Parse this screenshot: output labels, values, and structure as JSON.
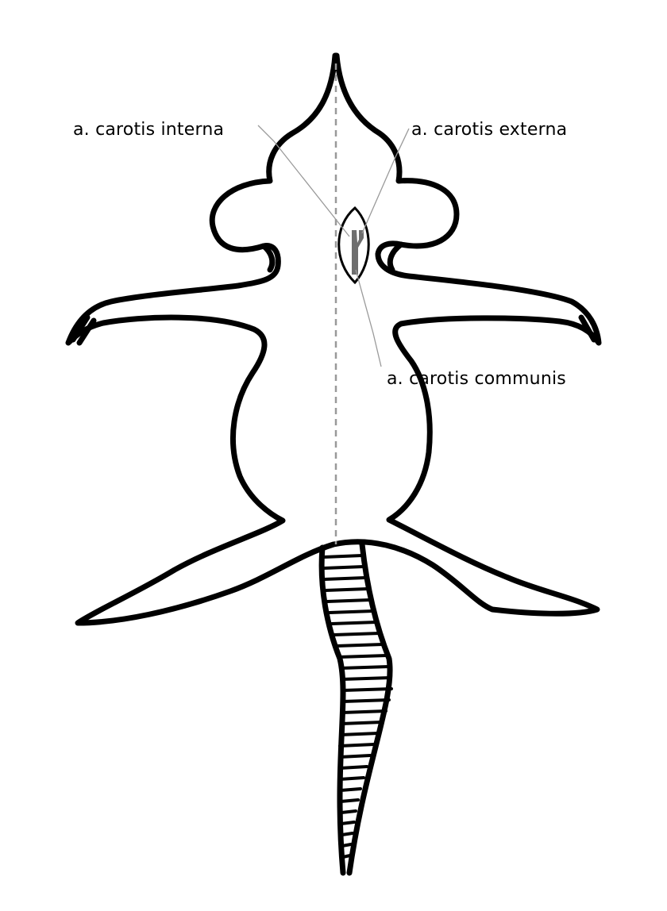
{
  "labels": {
    "internal_carotid": "a. carotis interna",
    "external_carotid": "a. carotis externa",
    "common_carotid": "a. carotis communis"
  },
  "colors": {
    "outline": "#000000",
    "midline": "#999999",
    "leader_line": "#9a9a9a",
    "artery": "#6e6e6e"
  }
}
